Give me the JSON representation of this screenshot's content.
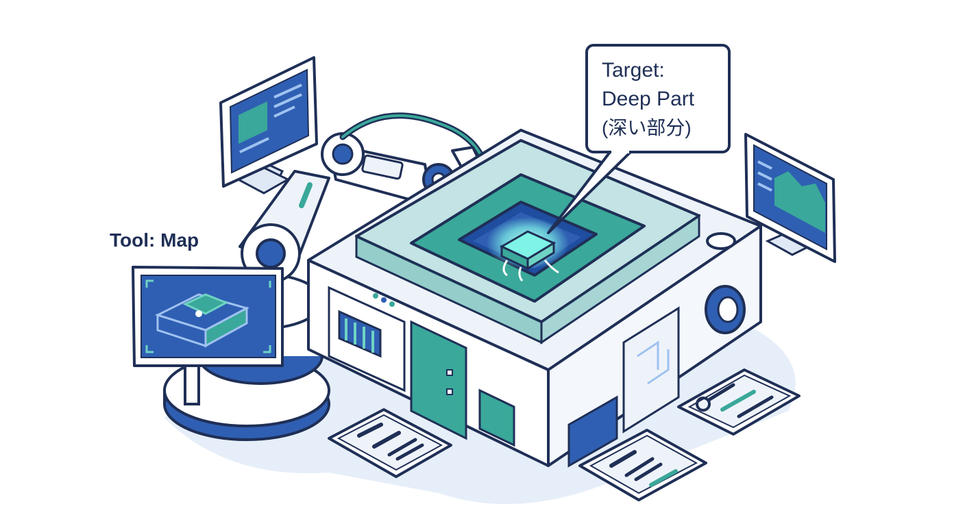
{
  "labels": {
    "tool": "Tool: Map",
    "target_line1": "Target:",
    "target_line2": "Deep Part",
    "target_line3": "(深い部分)"
  },
  "colors": {
    "outline": "#1f2f56",
    "blue": "#2f5fb3",
    "teal": "#3aa89a",
    "teal_light": "#6fd3c3",
    "glass": "#8fd1c9",
    "machine_body": "#eef3fa",
    "floor_shadow": "#e3ecf8",
    "glow": "#7ff3e6"
  },
  "icons": [
    "monitor-icon",
    "robot-arm-icon",
    "chip-icon",
    "wrench-icon",
    "pliers-icon",
    "screwdriver-icon",
    "magnifier-icon"
  ]
}
